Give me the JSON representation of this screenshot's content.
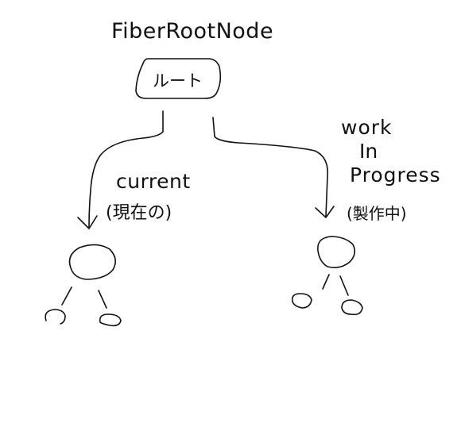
{
  "diagram": {
    "title": "FiberRootNode",
    "root_label": "ルート",
    "current": {
      "label": "current",
      "sublabel": "(現在の)"
    },
    "work_in_progress": {
      "line1": "work",
      "line2": "In",
      "line3": "Progress",
      "sublabel": "(製作中)"
    }
  }
}
